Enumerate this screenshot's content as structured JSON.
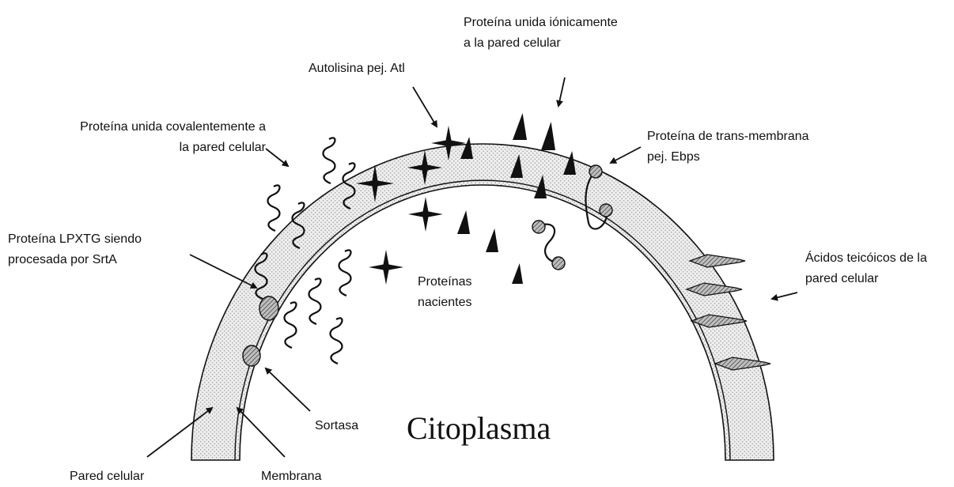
{
  "diagram": {
    "labels": {
      "ionic_protein": [
        "Proteína unida iónicamente",
        "a la pared celular"
      ],
      "autolysin": "Autolisina pej. Atl",
      "covalent_protein": [
        "Proteína unida covalentemente a",
        "la pared celular"
      ],
      "transmembrane_protein": [
        "Proteína de trans-membrana",
        "pej. Ebps"
      ],
      "lpxtg_protein": [
        "Proteína LPXTG siendo",
        "procesada por SrtA"
      ],
      "nascent_proteins": [
        "Proteínas",
        "nacientes"
      ],
      "teichoic_acids": [
        "Ácidos teicóicos de la",
        "pared celular"
      ],
      "sortase": "Sortasa",
      "cytoplasm": "Citoplasma",
      "cell_wall": "Pared celular",
      "membrane": "Membrana"
    },
    "colors": {
      "ink": "#111111",
      "wall_fill": "#eeeeee",
      "wall_stipple": "#9a9a9a"
    }
  }
}
